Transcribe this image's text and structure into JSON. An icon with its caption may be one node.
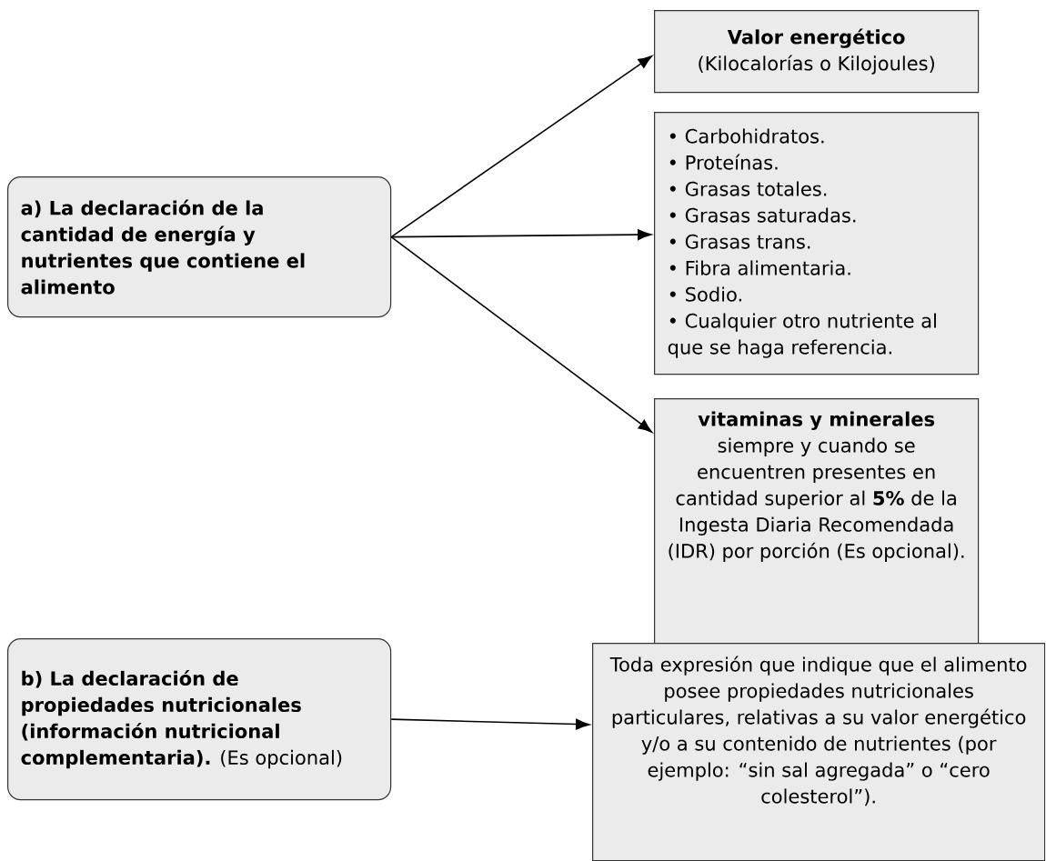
{
  "diagram": {
    "nodes": [
      {
        "text": [
          "a) La declaración de la cantidad de energía y nutrientes que contiene el alimento"
        ]
      },
      {
        "text": [
          "Valor energético",
          "(Kilocalorías o Kilojoules)"
        ]
      },
      {
        "text": [
          "• Carbohidratos.",
          "• Proteínas.",
          "• Grasas totales.",
          "• Grasas saturadas.",
          "• Grasas trans.",
          "• Fibra alimentaria.",
          "• Sodio.",
          "• Cualquier otro nutriente al que se haga referencia."
        ]
      },
      {
        "text": [
          "**vitaminas y minerales** siempre y cuando se encuentren presentes en cantidad superior al **5%** de la Ingesta Diaria Recomendada (IDR) por porción (Es opcional)."
        ]
      },
      {
        "text": [
          "**b) La declaración de propiedades nutricionales (información nutricional complementaria).** (Es opcional)"
        ]
      },
      {
        "text": [
          "Toda expresión que indique que el alimento posee propiedades nutricionales particulares, relativas a su valor energético y/o a su contenido de nutrientes (por ejemplo: “sin sal agregada” o “cero colesterol”)."
        ]
      }
    ],
    "edges": [
      {
        "from": 0,
        "to": 1,
        "arrow": "to"
      },
      {
        "from": 0,
        "to": 2,
        "arrow": "to"
      },
      {
        "from": 0,
        "to": 3,
        "arrow": "to"
      },
      {
        "from": 4,
        "to": 5,
        "arrow": "to"
      }
    ]
  }
}
